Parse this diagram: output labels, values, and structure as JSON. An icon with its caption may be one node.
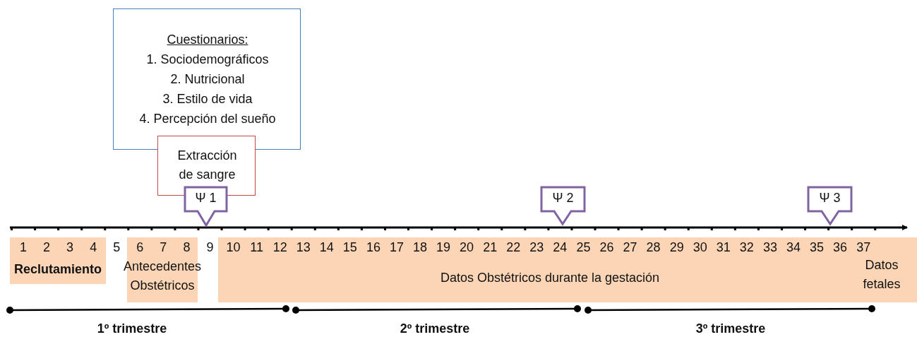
{
  "diagram": {
    "nodes": [
      {
        "text": [
          "Cuestionarios:",
          "1. Sociodemográficos",
          "2. Nutricional",
          "3. Estilo de vida",
          "4. Percepción del sueño"
        ]
      },
      {
        "text": [
          "Extracción de sangre"
        ]
      },
      {
        "text": [
          "Ψ 1"
        ]
      },
      {
        "text": [
          "Ψ 2"
        ]
      },
      {
        "text": [
          "Ψ 3"
        ]
      },
      {
        "text": [
          "Reclutamiento"
        ]
      },
      {
        "text": [
          "Antecedentes Obstétricos"
        ]
      },
      {
        "text": [
          "Datos Obstétricos durante la gestación",
          "Datos fetales"
        ]
      }
    ],
    "edges": [],
    "labels": [
      "1",
      "2",
      "3",
      "4",
      "5",
      "6",
      "7",
      "8",
      "9",
      "10",
      "11",
      "12",
      "13",
      "14",
      "15",
      "16",
      "17",
      "18",
      "19",
      "20",
      "21",
      "22",
      "23",
      "24",
      "25",
      "26",
      "27",
      "28",
      "29",
      "30",
      "31",
      "32",
      "33",
      "34",
      "35",
      "36",
      "37",
      "1º trimestre",
      "2º trimestre",
      "3º trimestre"
    ]
  }
}
